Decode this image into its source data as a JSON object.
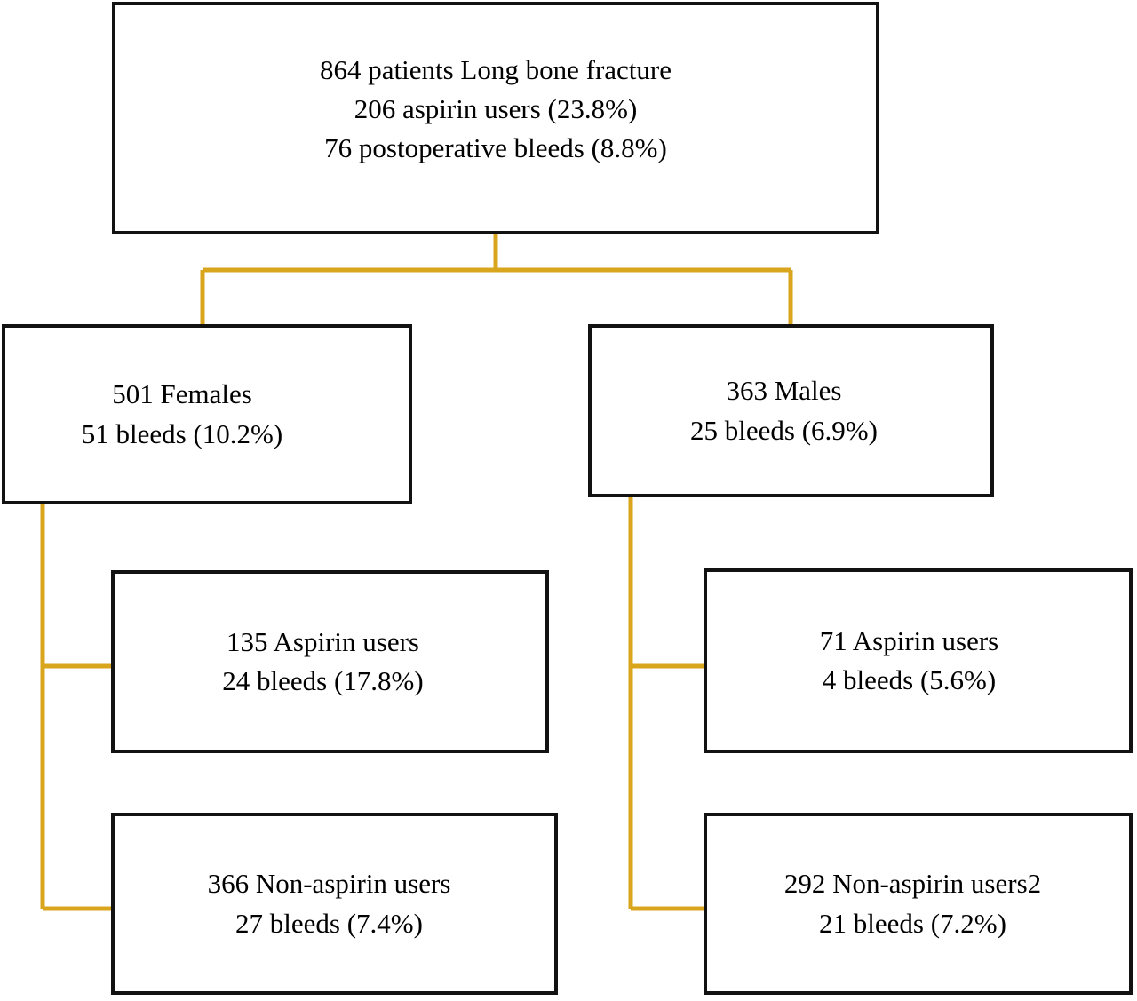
{
  "diagram": {
    "type": "flowchart",
    "orientation": "top-down",
    "box_border_color": "#121212",
    "box_fill_color": "#ffffff",
    "connector_color": "#d8a51d",
    "text_color": "#000000",
    "nodes": {
      "root": {
        "id": "root",
        "lines": [
          "864 patients Long bone fracture",
          "206 aspirin users (23.8%)",
          "76 postoperative bleeds (8.8%)"
        ],
        "total_patients": 864,
        "aspirin_users": 206,
        "aspirin_users_pct": "23.8%",
        "postoperative_bleeds": 76,
        "postoperative_bleeds_pct": "8.8%"
      },
      "female": {
        "id": "female",
        "lines": [
          "501 Females",
          "51 bleeds (10.2%)"
        ],
        "count": 501,
        "bleeds": 51,
        "bleeds_pct": "10.2%"
      },
      "male": {
        "id": "male",
        "lines": [
          "363 Males",
          "25 bleeds (6.9%)"
        ],
        "count": 363,
        "bleeds": 25,
        "bleeds_pct": "6.9%"
      },
      "female_aspirin": {
        "id": "female_aspirin",
        "lines": [
          "135 Aspirin users",
          "24 bleeds (17.8%)"
        ],
        "count": 135,
        "bleeds": 24,
        "bleeds_pct": "17.8%"
      },
      "male_aspirin": {
        "id": "male_aspirin",
        "lines": [
          "71 Aspirin users",
          "4 bleeds (5.6%)"
        ],
        "count": 71,
        "bleeds": 4,
        "bleeds_pct": "5.6%"
      },
      "female_nonaspirin": {
        "id": "female_nonaspirin",
        "lines": [
          "366 Non-aspirin users",
          "27 bleeds (7.4%)"
        ],
        "count": 366,
        "bleeds": 27,
        "bleeds_pct": "7.4%"
      },
      "male_nonaspirin": {
        "id": "male_nonaspirin",
        "lines": [
          "292 Non-aspirin users2",
          "21 bleeds (7.2%)"
        ],
        "count": 292,
        "bleeds": 21,
        "bleeds_pct": "7.2%"
      }
    },
    "edges": [
      {
        "from": "root",
        "to": "female"
      },
      {
        "from": "root",
        "to": "male"
      },
      {
        "from": "female",
        "to": "female_aspirin"
      },
      {
        "from": "female",
        "to": "female_nonaspirin"
      },
      {
        "from": "male",
        "to": "male_aspirin"
      },
      {
        "from": "male",
        "to": "male_nonaspirin"
      }
    ]
  }
}
